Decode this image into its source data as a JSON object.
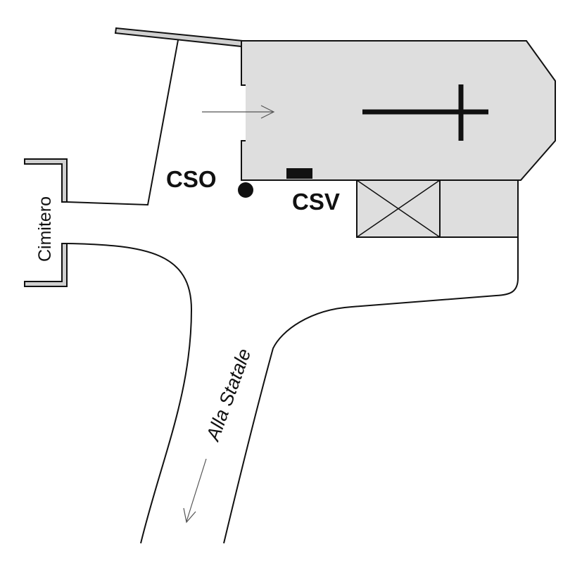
{
  "labels": {
    "cso": "CSO",
    "csv": "CSV",
    "cemetery": "Cimitero",
    "road": "Alla Statale"
  },
  "colors": {
    "building_fill": "#dedede",
    "wall_fill": "#d0d0d0",
    "line": "#111111",
    "background": "#ffffff"
  },
  "symbols": {
    "church": "cross-icon",
    "bell_tower": "x-box-icon",
    "cso_marker": "dot-marker-icon",
    "csv_marker": "rectangle-marker-icon"
  }
}
